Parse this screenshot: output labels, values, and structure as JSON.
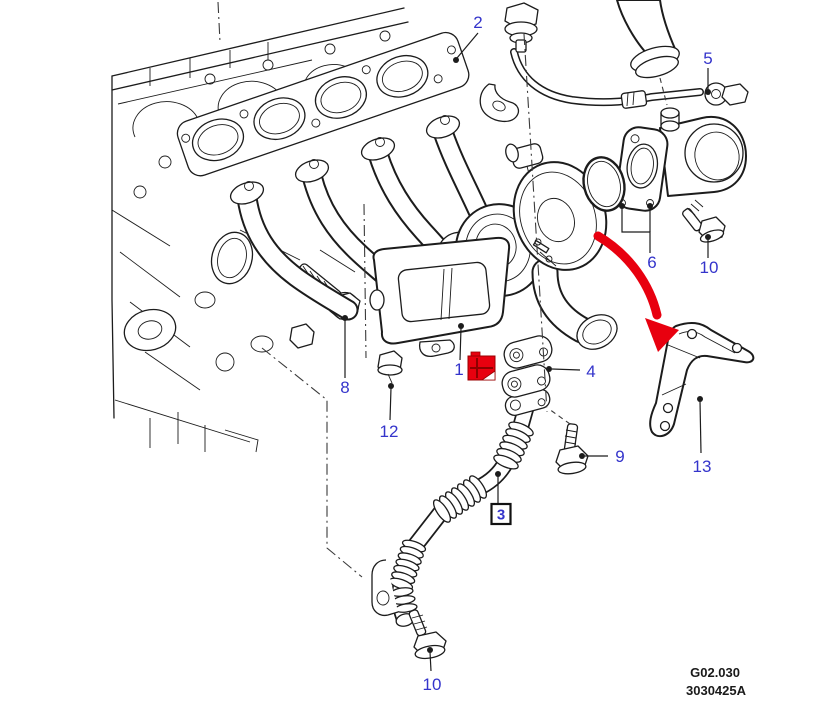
{
  "diagram": {
    "description": "Exploded parts line drawing of a turbocharger with exhaust manifold, gaskets, oil pipes, bolts and mounting bracket",
    "background_color": "#ffffff",
    "line_color": "#1c1c1c",
    "callout_color": "#3434cb",
    "highlight_color": "#e8000f"
  },
  "callouts": [
    {
      "num": "2"
    },
    {
      "num": "5"
    },
    {
      "num": "6"
    },
    {
      "num": "10"
    },
    {
      "num": "1"
    },
    {
      "num": "4"
    },
    {
      "num": "8"
    },
    {
      "num": "12"
    },
    {
      "num": "9"
    },
    {
      "num": "13"
    },
    {
      "num": "3",
      "boxed": true
    },
    {
      "num": "10"
    }
  ],
  "icons": {
    "red_arrow": "red-curved-arrow",
    "red_marker": "red-highlighted-part-icon"
  },
  "footer": {
    "section_code": "G02.030",
    "drawing_number": "3030425A"
  }
}
